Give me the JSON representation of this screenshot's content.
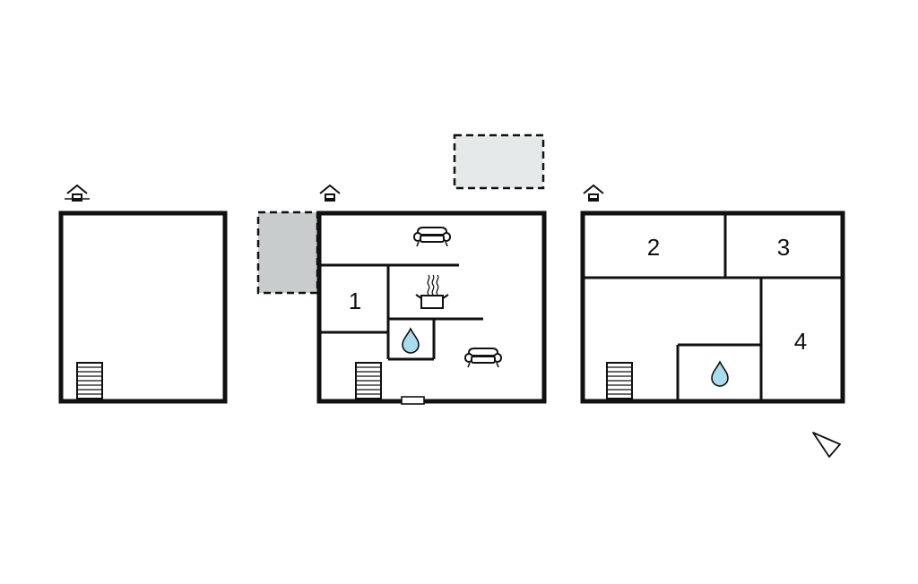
{
  "colors": {
    "wall": "#111111",
    "terrace_grey": "#c8cccc",
    "terrace_light": "#e6e9e9",
    "water": "#a9dcec"
  },
  "floors": [
    {
      "name": "floor-left",
      "icons": [
        "entrance-icon",
        "stairs-icon"
      ],
      "room_labels": []
    },
    {
      "name": "floor-middle",
      "icons": [
        "entrance-icon",
        "sofa-icon",
        "kitchen-pot-icon",
        "water-drop-icon",
        "sofa-icon",
        "stairs-icon",
        "door-icon"
      ],
      "room_labels": [
        "1"
      ]
    },
    {
      "name": "floor-right",
      "icons": [
        "entrance-icon",
        "water-drop-icon",
        "stairs-icon"
      ],
      "room_labels": [
        "2",
        "3",
        "4"
      ]
    }
  ],
  "compass": {
    "icon": "north-arrow-icon"
  }
}
